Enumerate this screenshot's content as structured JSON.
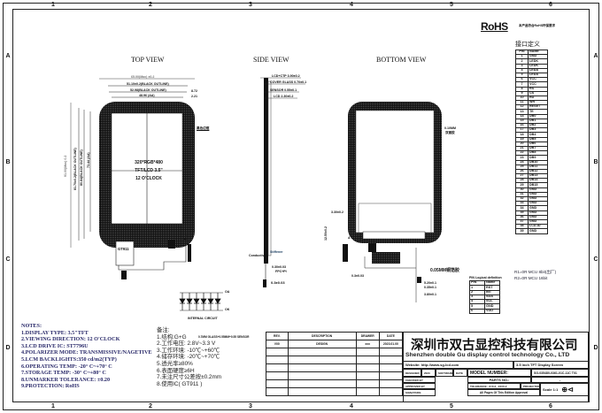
{
  "grid": {
    "columns": [
      "1",
      "2",
      "3",
      "4",
      "5",
      "6"
    ],
    "rows": [
      "A",
      "B",
      "C",
      "D"
    ]
  },
  "views": {
    "top": "TOP VIEW",
    "side": "SIDE VIEW",
    "bottom": "BOTTOM VIEW"
  },
  "top_view": {
    "dims": [
      "65.00(Max) ±0.2",
      "51.10±0.2(BLACK OUTLINE)",
      "52.98(BLACK OUTLINE)",
      "48.96 (AA)",
      "8.72",
      "2.21"
    ],
    "vdims": [
      "91.00(Max) 0.2",
      "81.70±0.2(BLACK OUTLINE)",
      "80.84(BLACK OUTLINE)",
      "73.44 (AA)"
    ],
    "center_text": [
      "320*RGB*480",
      "TFT/LCD 3.5\"",
      "12 O'CLOCK"
    ],
    "callout": "黑色边框",
    "chip": "GT911",
    "a_label": "A",
    "led": {
      "a": "OA",
      "k": "OK",
      "caption": "INTERNAL CIRCUIT"
    }
  },
  "side_view": {
    "dims": [
      "LCD+CTP 3.90±0.2",
      "COVER GLASS 0.70±0.1",
      "SENSOR 0.55±0.1",
      "LCD 2.30±0.2"
    ],
    "labels": [
      "Conductive",
      "Stiffener",
      "0.30±0.03",
      "FPC+PI",
      "0.3±0.03"
    ]
  },
  "bottom_view": {
    "dims": [
      "0.10MM",
      "双面胶",
      "3.30±0.2",
      "12.50±0.2",
      "5.20±0.1",
      "0.35±0.1",
      "0.3±0.03",
      "3.80±0.1"
    ],
    "callout": "0.05MM铜箔胶",
    "mark": "A"
  },
  "rohs": {
    "logo": "RoHS",
    "subtitle": "本产品符合RoHS环保要求"
  },
  "interface": {
    "title": "接口定义",
    "headers": [
      "PIN",
      "NAME"
    ],
    "pins": [
      [
        "1",
        "GND"
      ],
      [
        "2",
        "LEDK"
      ],
      [
        "3",
        "LEDK"
      ],
      [
        "4",
        "LEDA"
      ],
      [
        "5",
        "LEDA"
      ],
      [
        "6",
        "VCC"
      ],
      [
        "7",
        "VCC"
      ],
      [
        "8",
        "RS"
      ],
      [
        "9",
        "CS"
      ],
      [
        "10",
        "RD"
      ],
      [
        "11",
        "WR"
      ],
      [
        "12",
        "RESET"
      ],
      [
        "13",
        "TE"
      ],
      [
        "14",
        "DB0"
      ],
      [
        "15",
        "DB1"
      ],
      [
        "16",
        "DB2"
      ],
      [
        "17",
        "DB3"
      ],
      [
        "18",
        "DB4"
      ],
      [
        "19",
        "DB5"
      ],
      [
        "20",
        "DB6"
      ],
      [
        "21",
        "DB7"
      ],
      [
        "22",
        "DB8"
      ],
      [
        "23",
        "DB9"
      ],
      [
        "24",
        "DB10"
      ],
      [
        "25",
        "DB11"
      ],
      [
        "26",
        "DB12"
      ],
      [
        "27",
        "DB13"
      ],
      [
        "28",
        "DB14"
      ],
      [
        "29",
        "DB15"
      ],
      [
        "30",
        "GND"
      ],
      [
        "31",
        "GND"
      ],
      [
        "32",
        "GND"
      ],
      [
        "33",
        "GND"
      ],
      [
        "34",
        "GND"
      ],
      [
        "35",
        "GND"
      ],
      [
        "36",
        "GND"
      ],
      [
        "37",
        "GND"
      ],
      [
        "38",
        "LCD-ID"
      ],
      [
        "39",
        "GND"
      ]
    ],
    "notes": [
      "R1=0R MCU 8bit(出厂)",
      "R2=0R MCU 16bit"
    ]
  },
  "touch_pins": {
    "title": "PIN Logical definition",
    "headers": [
      "PIN",
      "Name"
    ],
    "rows": [
      [
        "1",
        "RST"
      ],
      [
        "2",
        "INT"
      ],
      [
        "3",
        "SDA"
      ],
      [
        "4",
        "SCL"
      ],
      [
        "5",
        "GND"
      ],
      [
        "6",
        "VDD"
      ]
    ]
  },
  "notes": {
    "title": "NOTES:",
    "items": [
      "1.DISPLAY TYPE:  3.5\"TFT",
      "2.VIEWING DIRECTION: 12 O'CLOCK",
      "3.LCD DRIVE IC: ST7796U",
      "4.POLARIZER MODE: TRANSMISSIVE/NAGETIVE",
      "5.LCM BACKLIGHTS:350 cd/m2(TYP)",
      "6.OPERATING TEMP: -20° C~+70° C",
      "7.STORAGE TEMP: -30° C~+80° C",
      "8.UNMARKER TOLERANCE: ±0.20",
      "9.PROTECTION: RoHS"
    ]
  },
  "notes_cn": {
    "title": "备注:",
    "items": [
      "1.结构:G+G",
      "2.工作电压: 2.8V~3.3  V",
      "3.工作环境: -10℃~+60℃",
      "4.储存环境: -20℃~+70℃",
      "5.透光率≥80%",
      "6.表面硬度≥6H",
      "7.未注尺寸公差按±0.2mm",
      "8.使用IC(    GT911       )"
    ],
    "structure_detail": "0.7MM GLASS+0.55MM+0.55 SENSOR"
  },
  "revision": {
    "headers": [
      "REV.",
      "DESCRIPTION",
      "DRAWER",
      "DATE"
    ],
    "rows": [
      [
        "V00",
        "DESIGN",
        "xxx",
        "2023.01.00"
      ]
    ]
  },
  "title_block": {
    "company_cn": "深圳市双古显控科技有限公司",
    "company_en": "Shenzhen double Gu display control technology Co., LTD",
    "website": "Website: http://www.sg-lcd.com",
    "product": "3.5 inch TFT Display Screen",
    "model_label": "MODEL NUMBER:",
    "model": "SG-035480-0361-01C-11C T01",
    "parts_label": "PARTS NO.:",
    "parts": "-",
    "row_labels": [
      "DESIGNER",
      "2023",
      "SOFTWARE",
      "DATE",
      "CHECKED BY",
      "APPROVED BY",
      "SIGNATURE"
    ],
    "tolerance": "TOLERANCE: .X±0.3, .XX±0.2",
    "projection": "PROJECTION",
    "scale": "Scale 1:1",
    "footer": "All Pages Of This Edition Approval"
  }
}
